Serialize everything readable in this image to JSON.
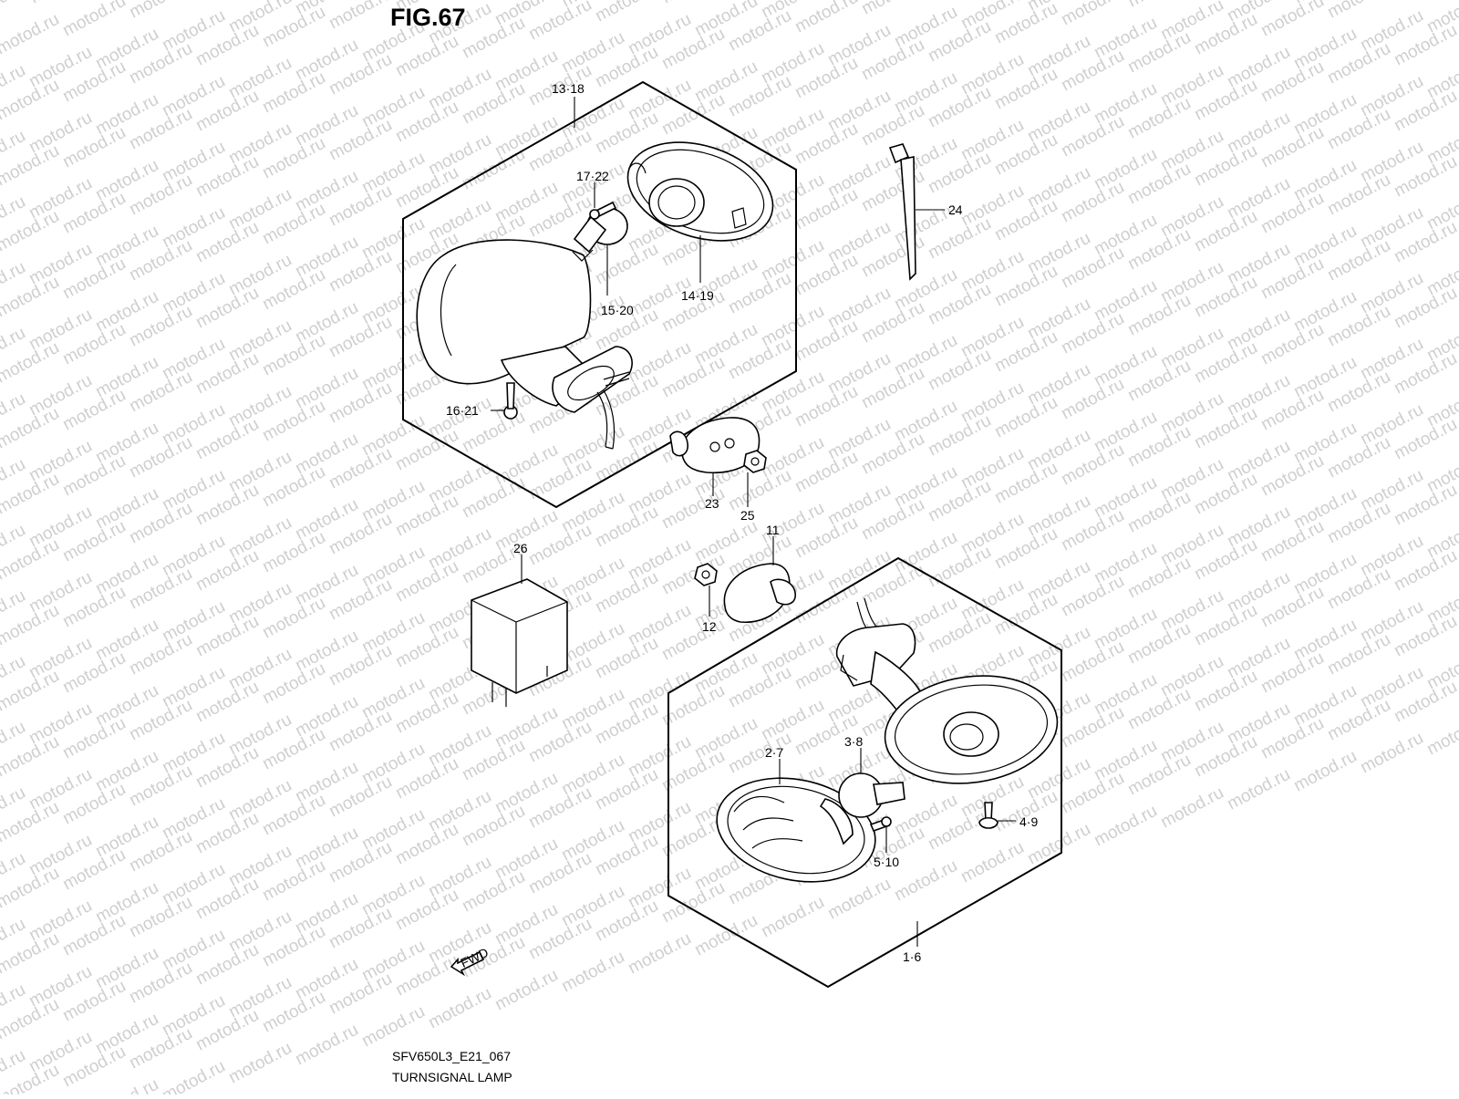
{
  "figure": {
    "title": "FIG.67",
    "code": "SFV650L3_E21_067",
    "caption": "TURNSIGNAL LAMP"
  },
  "watermark": {
    "text": "motod.ru"
  },
  "fwd_arrow": {
    "label": "FWD"
  },
  "callouts": {
    "c13_18": "13·18",
    "c17_22": "17·22",
    "c14_19": "14·19",
    "c15_20": "15·20",
    "c16_21": "16·21",
    "c24": "24",
    "c23": "23",
    "c25": "25",
    "c26": "26",
    "c11": "11",
    "c12": "12",
    "c2_7": "2·7",
    "c3_8": "3·8",
    "c4_9": "4·9",
    "c5_10": "5·10",
    "c1_6": "1·6"
  }
}
